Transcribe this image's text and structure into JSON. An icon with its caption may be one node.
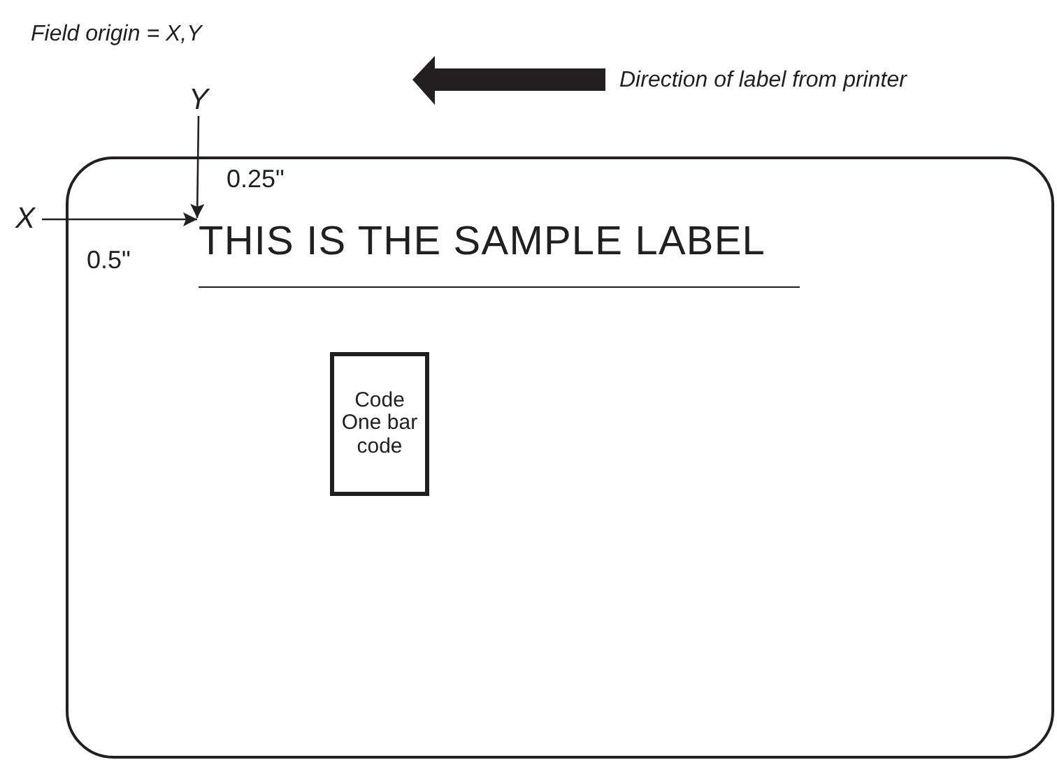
{
  "diagram": {
    "nodes": [
      {
        "text": [],
        "shape": "box"
      },
      {
        "text": [
          "THIS IS THE SAMPLE LABEL"
        ],
        "in": 0
      },
      {
        "text": [
          "Code One bar code"
        ],
        "in": 0
      },
      {
        "text": [
          "X"
        ]
      },
      {
        "text": [
          "Y"
        ]
      }
    ],
    "edges": [
      {
        "from": 3,
        "to": 1,
        "arrow": "to",
        "label": "0.5\""
      },
      {
        "from": 4,
        "to": 1,
        "arrow": "to",
        "label": "0.25\""
      }
    ],
    "labels": [
      "Field origin = X,Y",
      "Direction of label from printer"
    ]
  }
}
